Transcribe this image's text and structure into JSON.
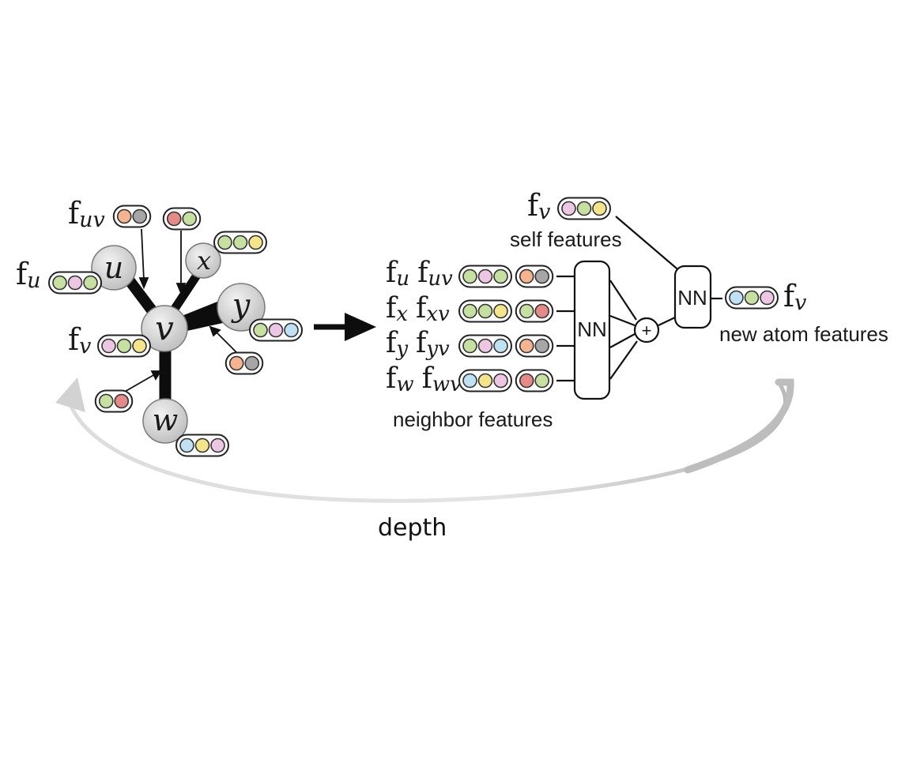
{
  "colors": {
    "orange": "#f5b48e",
    "gray": "#a6a6a6",
    "red": "#e58a87",
    "green": "#c6e0a0",
    "pink": "#ecc6e3",
    "yellow": "#f5e589",
    "blue": "#bfe1f4",
    "node_fill": "#d6d6d6",
    "arrow_gray": "#c8c8c8"
  },
  "graph": {
    "nodes": {
      "u": "u",
      "v": "v",
      "x": "x",
      "y": "y",
      "w": "w"
    },
    "labels": {
      "f_uv_main": "f",
      "f_uv_sub": "uv",
      "f_u_main": "f",
      "f_u_sub": "u",
      "f_v_main": "f",
      "f_v_sub": "v"
    },
    "vectors": {
      "bond_uv": [
        "orange",
        "gray"
      ],
      "bond_xv": [
        "red",
        "green"
      ],
      "atom_x": [
        "green",
        "green",
        "yellow"
      ],
      "atom_u": [
        "green",
        "pink",
        "green"
      ],
      "atom_y": [
        "green",
        "pink",
        "blue"
      ],
      "atom_v": [
        "pink",
        "green",
        "yellow"
      ],
      "bond_yv": [
        "orange",
        "gray"
      ],
      "bond_wv": [
        "green",
        "red"
      ],
      "atom_w": [
        "blue",
        "yellow",
        "pink"
      ]
    }
  },
  "network": {
    "self_label_main": "f",
    "self_label_sub": "v",
    "self_vector": [
      "pink",
      "green",
      "yellow"
    ],
    "self_caption": "self features",
    "rows": [
      {
        "atom_main": "f",
        "atom_sub": "u",
        "bond_main": "f",
        "bond_sub": "uv",
        "atom_vec": [
          "green",
          "pink",
          "green"
        ],
        "bond_vec": [
          "orange",
          "gray"
        ]
      },
      {
        "atom_main": "f",
        "atom_sub": "x",
        "bond_main": "f",
        "bond_sub": "xv",
        "atom_vec": [
          "green",
          "green",
          "yellow"
        ],
        "bond_vec": [
          "green",
          "red"
        ]
      },
      {
        "atom_main": "f",
        "atom_sub": "y",
        "bond_main": "f",
        "bond_sub": "yv",
        "atom_vec": [
          "green",
          "pink",
          "blue"
        ],
        "bond_vec": [
          "orange",
          "gray"
        ]
      },
      {
        "atom_main": "f",
        "atom_sub": "w",
        "bond_main": "f",
        "bond_sub": "wv",
        "atom_vec": [
          "blue",
          "yellow",
          "pink"
        ],
        "bond_vec": [
          "red",
          "green"
        ]
      }
    ],
    "neighbor_caption": "neighbor features",
    "nn1_label": "NN",
    "sum_symbol": "+",
    "nn2_label": "NN",
    "out_vector": [
      "blue",
      "green",
      "pink"
    ],
    "out_label_main": "f",
    "out_label_sub": "v",
    "out_caption": "new atom features"
  },
  "depth_label": "depth"
}
